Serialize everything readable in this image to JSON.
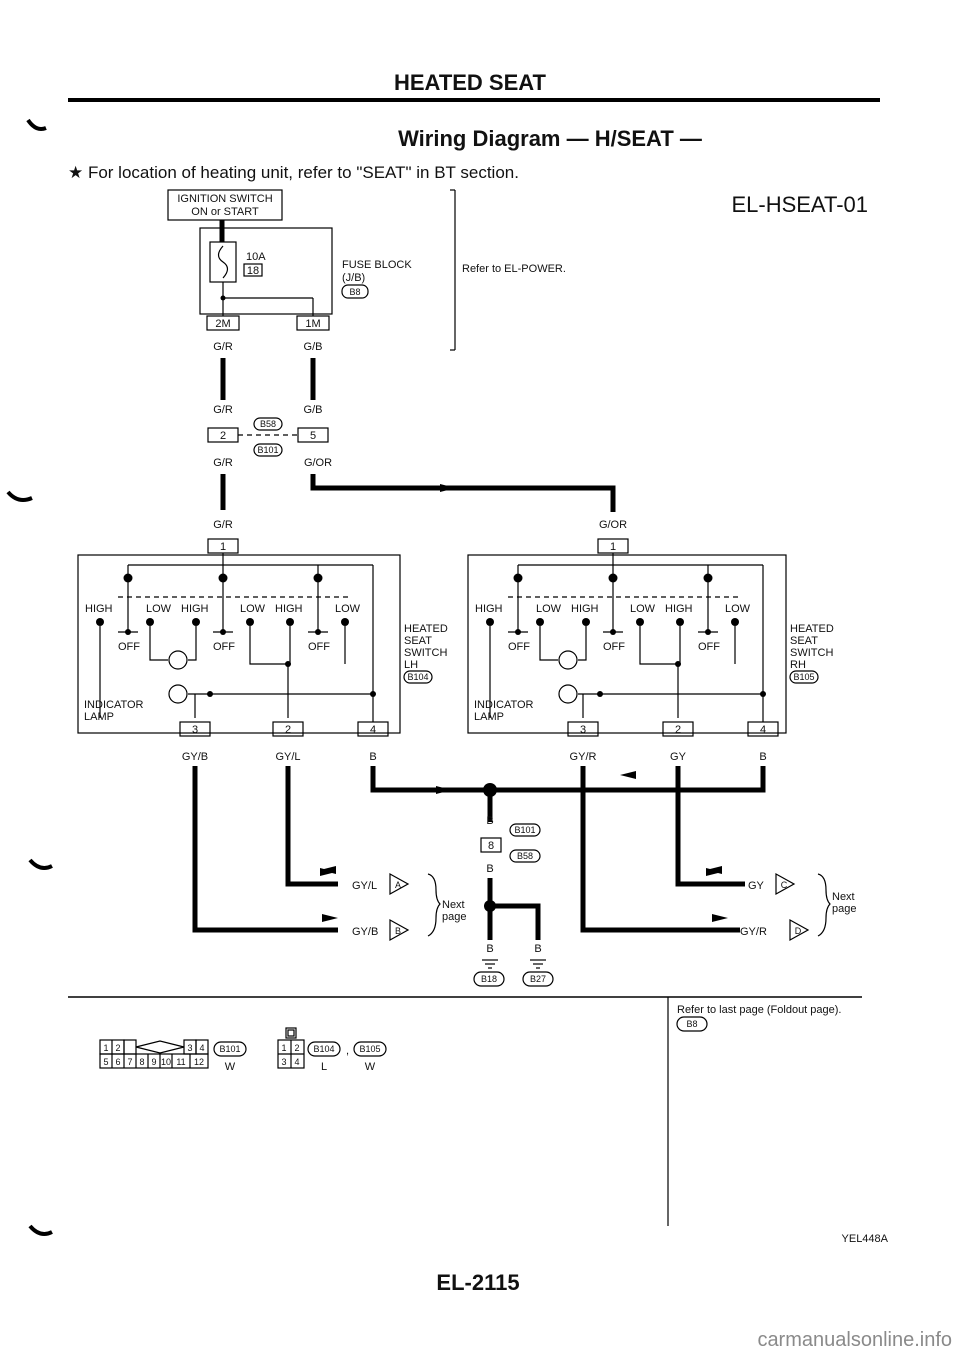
{
  "page": {
    "title": "HEATED SEAT",
    "section_title": "Wiring Diagram — H/SEAT —",
    "note": "★ For location of heating unit, refer to \"SEAT\" in BT section.",
    "diagram_code": "EL-HSEAT-01",
    "page_number": "EL-2115",
    "figure_id": "YEL448A",
    "watermark": "carmanualsonline.info"
  },
  "power": {
    "ignition_label_1": "IGNITION SWITCH",
    "ignition_label_2": "ON or START",
    "fuse_amp": "10A",
    "fuse_no": "18",
    "fuse_block_1": "FUSE BLOCK",
    "fuse_block_2": "(J/B)",
    "fuse_block_conn": "B8",
    "refer_power": "Refer to EL-POWER.",
    "conn_2m": "2M",
    "conn_1m": "1M"
  },
  "joint": {
    "conn_b58": "B58",
    "conn_b101": "B101",
    "pin_2": "2",
    "pin_5": "5"
  },
  "switch_lh": {
    "label_1": "HEATED",
    "label_2": "SEAT",
    "label_3": "SWITCH",
    "label_4": "LH",
    "conn": "B104",
    "pin_top": "1",
    "pin_3": "3",
    "pin_2": "2",
    "pin_4": "4",
    "wire_out_3": "GY/B",
    "wire_out_2": "GY/L",
    "wire_out_4": "B"
  },
  "switch_rh": {
    "label_1": "HEATED",
    "label_2": "SEAT",
    "label_3": "SWITCH",
    "label_4": "RH",
    "conn": "B105",
    "pin_top": "1",
    "pin_3": "3",
    "pin_2": "2",
    "pin_4": "4",
    "wire_out_3": "GY/R",
    "wire_out_2": "GY",
    "wire_out_4": "B"
  },
  "switch_common": {
    "high": "HIGH",
    "low": "LOW",
    "off": "OFF",
    "indicator_1": "INDICATOR",
    "indicator_2": "LAMP"
  },
  "wires": {
    "gr": "G/R",
    "gb": "G/B",
    "gor": "G/OR",
    "b": "B"
  },
  "ground": {
    "conn_b101": "B101",
    "conn_b58": "B58",
    "pin_8": "8",
    "b18": "B18",
    "b27": "B27"
  },
  "next_page": {
    "next": "Next",
    "page": "page",
    "A": "A",
    "B": "B",
    "C": "C",
    "D": "D",
    "gyl": "GY/L",
    "gyb": "GY/B",
    "gy": "GY",
    "gyr": "GY/R"
  },
  "connectors": {
    "b101_label": "B101",
    "b101_color": "W",
    "b104_label": "B104",
    "b105_label": "B105",
    "b104_color": "L",
    "b105_color": "W",
    "comma": ",",
    "b101_pins_top": [
      "1",
      "2",
      "3",
      "4"
    ],
    "b101_pins_bottom": [
      "5",
      "6",
      "7",
      "8",
      "9",
      "10",
      "11",
      "12"
    ],
    "b104_pins": [
      "1",
      "2",
      "3",
      "4"
    ],
    "refer_last": "Refer to last page (Foldout page).",
    "b8": "B8"
  }
}
